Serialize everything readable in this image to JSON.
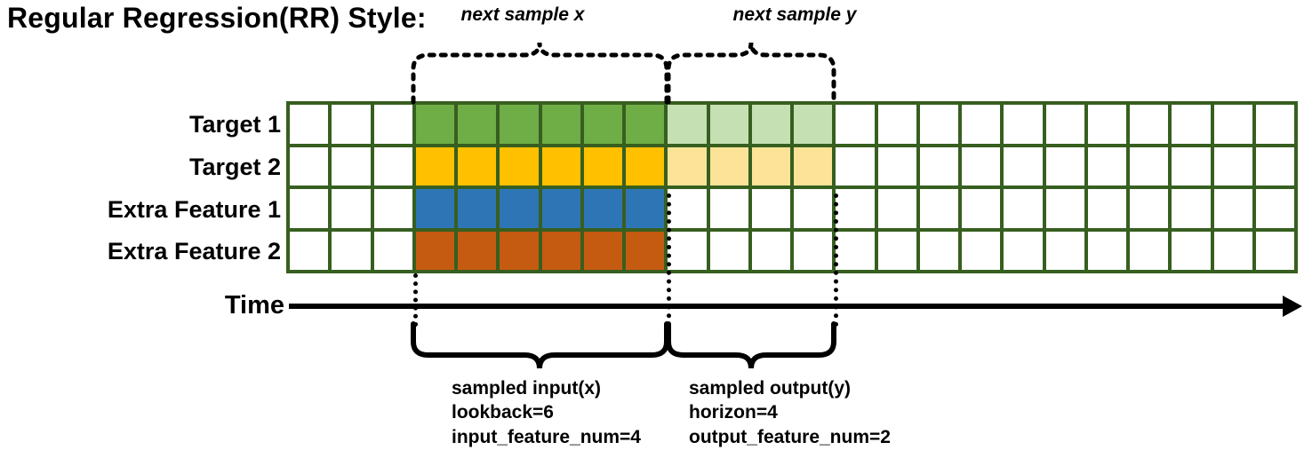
{
  "title": "Regular Regression(RR) Style:",
  "colors": {
    "grid_border": "#375F20",
    "target1_dark": "#6FAD47",
    "target1_light": "#C5E0B3",
    "target2_dark": "#FFC000",
    "target2_light": "#FCE398",
    "extra1": "#2E75B6",
    "extra2": "#C55A11",
    "empty": "#FFFFFF",
    "line": "#000000"
  },
  "grid": {
    "columns": 24,
    "blank_prefix": 3,
    "input_span": 6,
    "output_span": 4,
    "rows": [
      {
        "label": "Target 1",
        "input_color": "#6FAD47",
        "output_color": "#C5E0B3",
        "has_output": true
      },
      {
        "label": "Target 2",
        "input_color": "#FFC000",
        "output_color": "#FCE398",
        "has_output": true
      },
      {
        "label": "Extra Feature 1",
        "input_color": "#2E75B6",
        "output_color": "#FFFFFF",
        "has_output": false
      },
      {
        "label": "Extra Feature 2",
        "input_color": "#C55A11",
        "output_color": "#FFFFFF",
        "has_output": false
      }
    ]
  },
  "axis": {
    "label": "Time",
    "arrow": "right"
  },
  "top_braces": [
    {
      "caption": "next sample x"
    },
    {
      "caption": "next sample y"
    }
  ],
  "bottom_braces": [
    {
      "caption_line1": "sampled input(x)",
      "caption_line2": "lookback=6",
      "caption_line3": "input_feature_num=4"
    },
    {
      "caption_line1": "sampled output(y)",
      "caption_line2": "horizon=4",
      "caption_line3": "output_feature_num=2"
    }
  ]
}
